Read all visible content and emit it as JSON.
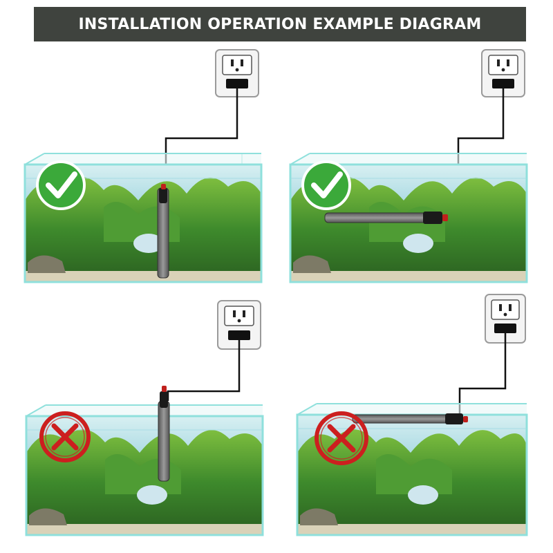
{
  "header": {
    "title": "INSTALLATION OPERATION EXAMPLE DIAGRAM"
  },
  "colors": {
    "header_bg": "#3f433e",
    "correct_mark": "#3ba93a",
    "wrong_mark": "#cc1f1f",
    "glass_edge": "#8fe0dc",
    "water": "#bfe3ea",
    "plants": "#3f8a2f",
    "cable": "#111111"
  },
  "panels": [
    {
      "id": "top-left",
      "mark": "correct",
      "mark_icon": "checkmark-icon",
      "heater": "vertical-submerged"
    },
    {
      "id": "top-right",
      "mark": "correct",
      "mark_icon": "checkmark-icon",
      "heater": "horizontal-submerged"
    },
    {
      "id": "bottom-left",
      "mark": "wrong",
      "mark_icon": "cross-icon",
      "heater": "vertical-above-water"
    },
    {
      "id": "bottom-right",
      "mark": "wrong",
      "mark_icon": "cross-icon",
      "heater": "horizontal-above-water"
    }
  ]
}
